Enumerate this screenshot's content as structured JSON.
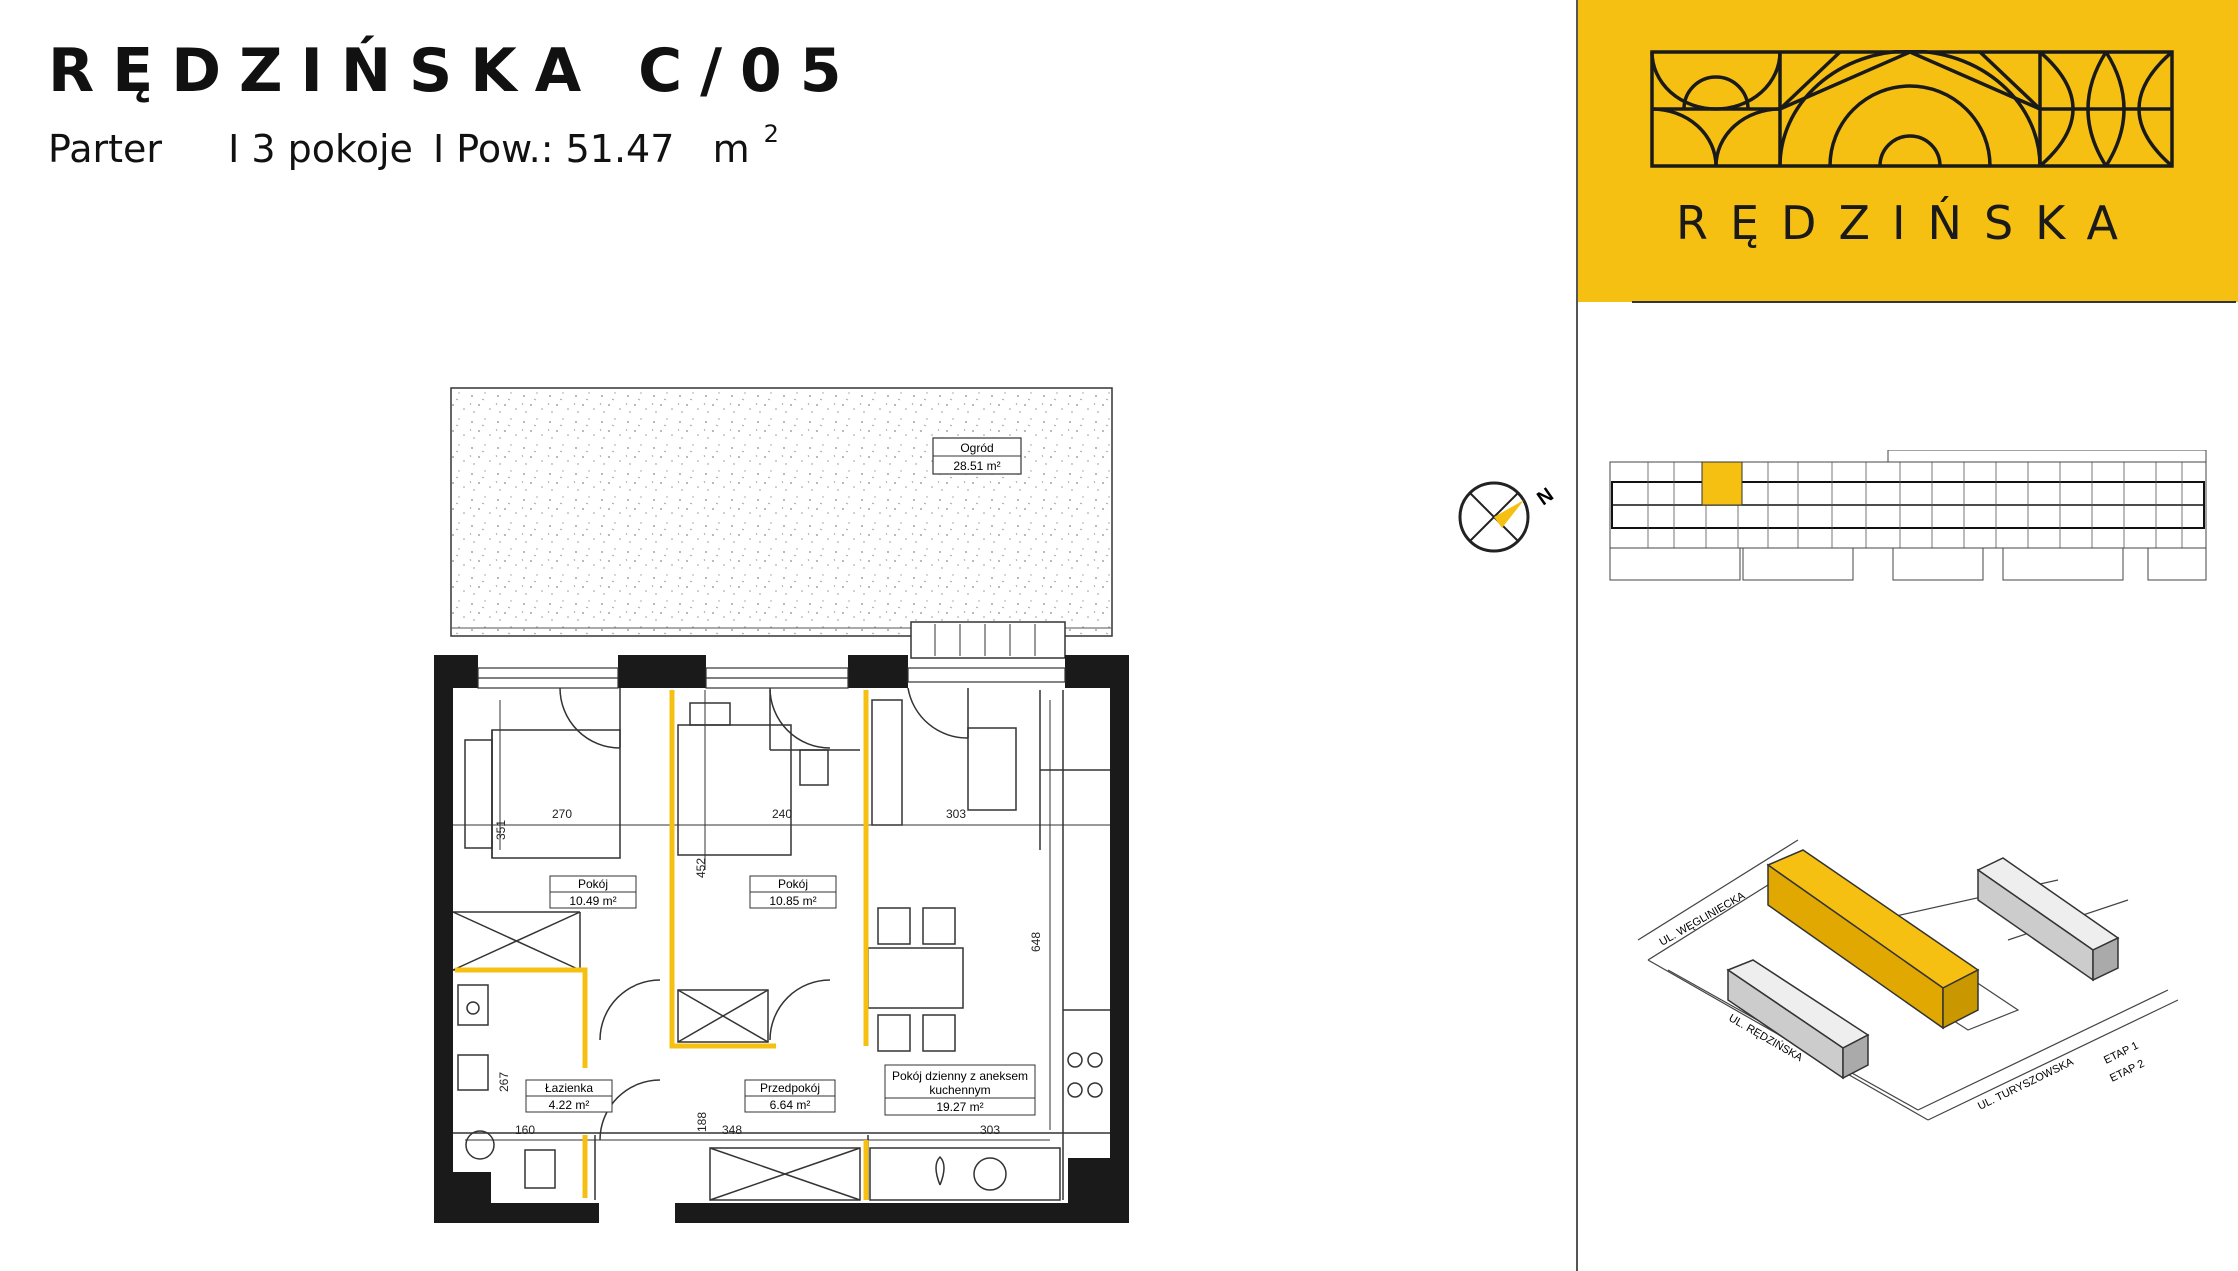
{
  "header": {
    "title": "RĘDZIŃSKA C/05",
    "floor": "Parter",
    "rooms": "I 3 pokoje",
    "area_prefix": "I Pow.: 51.47",
    "area_unit": "m",
    "area_exp": "2"
  },
  "brand": {
    "name": "RĘDZIŃSKA",
    "color": "#f6c013"
  },
  "plan": {
    "garden": {
      "name": "Ogród",
      "area": "28.51 m²"
    },
    "rooms": [
      {
        "name": "Pokój",
        "area": "10.49 m²"
      },
      {
        "name": "Pokój",
        "area": "10.85 m²"
      },
      {
        "name": "Łazienka",
        "area": "4.22 m²"
      },
      {
        "name": "Przedpokój",
        "area": "6.64 m²"
      },
      {
        "name_line1": "Pokój dzienny z aneksem",
        "name_line2": "kuchennym",
        "area": "19.27 m²"
      }
    ],
    "dimensions": [
      "270",
      "240",
      "303",
      "351",
      "452",
      "648",
      "267",
      "160",
      "188",
      "348",
      "303"
    ],
    "wall_color": "#1a1a1a",
    "accent_color": "#f6c013"
  },
  "compass": {
    "label": "N"
  },
  "site_map": {
    "streets": [
      "UL. WĘGLINIECKA",
      "UL. RĘDZIŃSKA",
      "UL. TURYSZOWSKA"
    ],
    "stages": [
      "ETAP 1",
      "ETAP 2"
    ]
  }
}
